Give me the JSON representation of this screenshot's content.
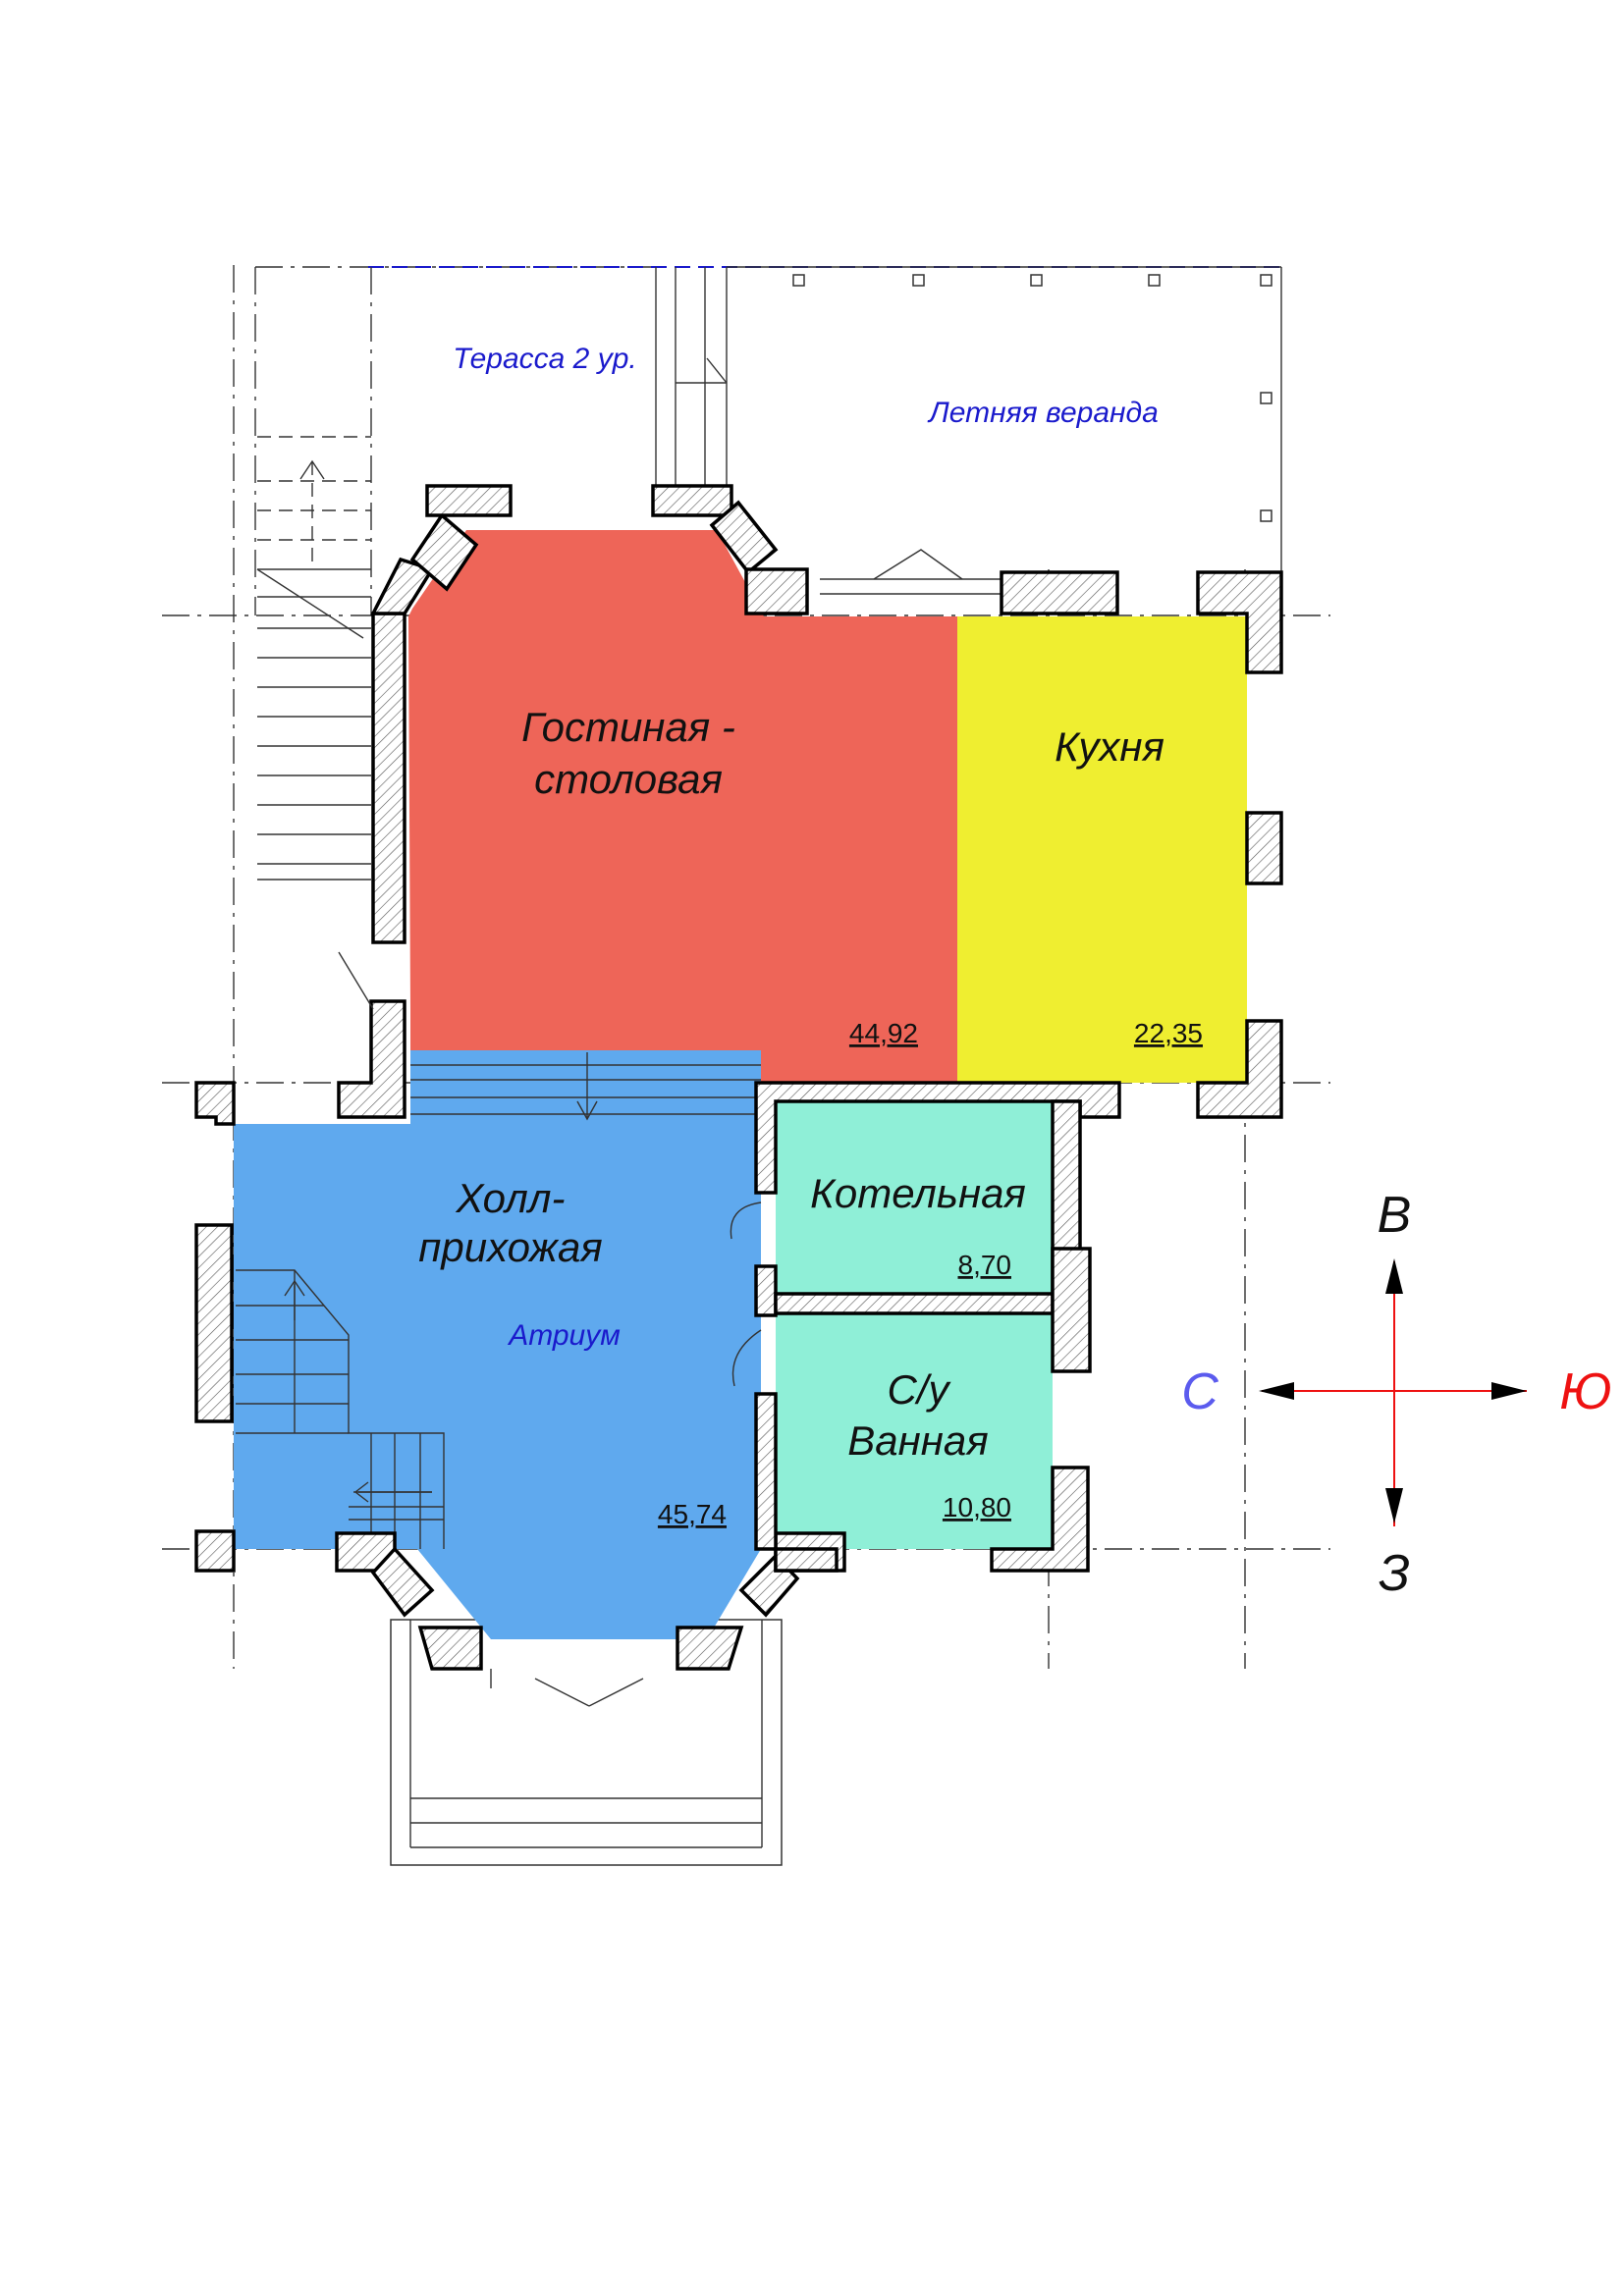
{
  "rooms": {
    "living": {
      "name_line1": "Гостиная -",
      "name_line2": "столовая",
      "area": "44,92",
      "color": "#EE6558"
    },
    "kitchen": {
      "name": "Кухня",
      "area": "22,35",
      "color": "#EFEE30"
    },
    "boiler": {
      "name": "Котельная",
      "area": "8,70",
      "color": "#8FEFD7"
    },
    "bath": {
      "name_line1": "С/у",
      "name_line2": "Ванная",
      "area": "10,80",
      "color": "#8FEFD7"
    },
    "hall": {
      "name_line1": "Холл-",
      "name_line2": "прихожая",
      "sublabel": "Атриум",
      "area": "45,74",
      "color": "#5FA9EE"
    }
  },
  "outdoor": {
    "terrace": "Терасса 2 ур.",
    "veranda": "Летняя веранда"
  },
  "compass": {
    "north_up": "В",
    "south_down": "З",
    "west_left": "С",
    "east_right": "Ю",
    "left_color": "#5B5BEE",
    "right_color": "#EE1111",
    "arrow_color": "#EE1111"
  },
  "colors": {
    "blue_text": "#1A1ACC"
  }
}
